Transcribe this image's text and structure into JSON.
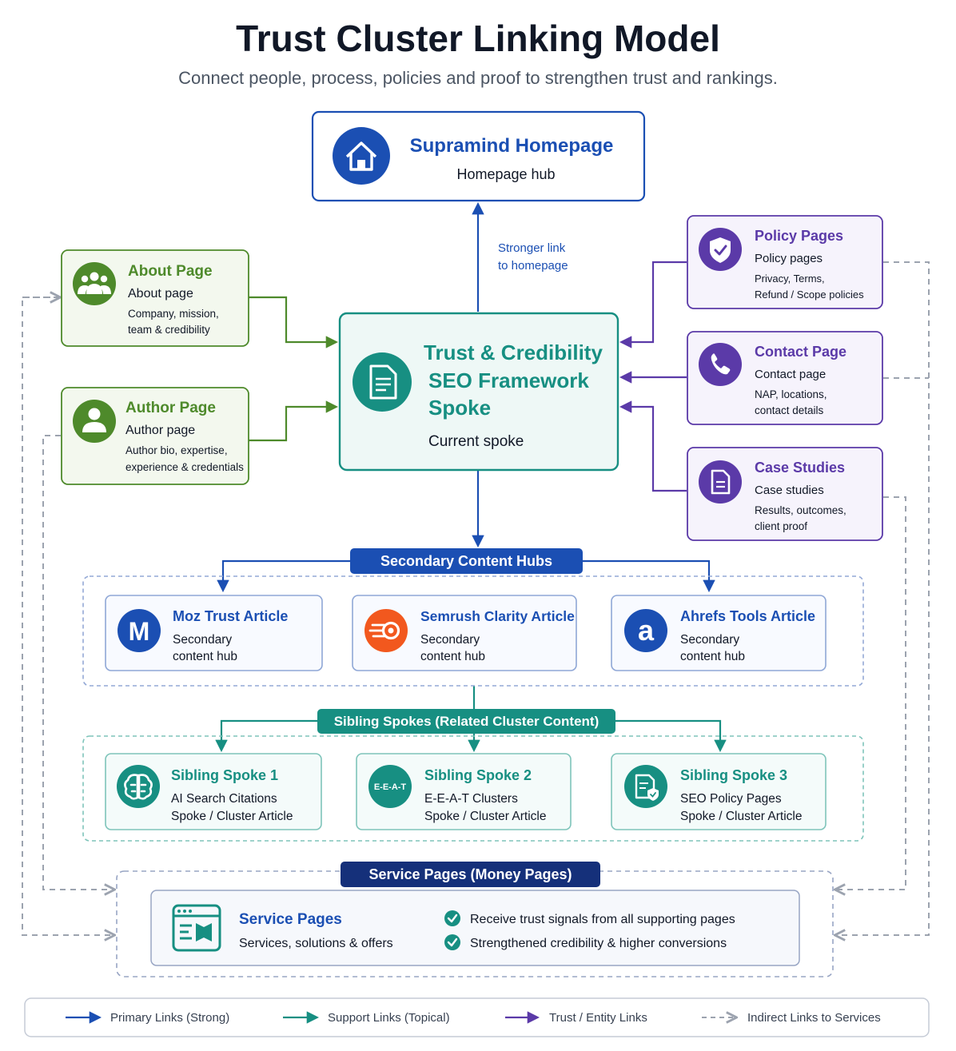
{
  "header": {
    "title": "Trust Cluster Linking Model",
    "subtitle": "Connect people, process, policies and proof to strengthen trust and rankings."
  },
  "colors": {
    "primary": "#1b4fb3",
    "navy": "#15307a",
    "green": "#4e8a2b",
    "teal": "#178f82",
    "purple": "#5b3aa8",
    "gray": "#9ca3af",
    "text": "#1f2937"
  },
  "homepage": {
    "title": "Supramind Homepage",
    "subtitle": "Homepage hub",
    "icon": "home-icon"
  },
  "stronger_link_label": {
    "line1": "Stronger link",
    "line2": "to homepage"
  },
  "current_spoke": {
    "title_line1": "Trust & Credibility",
    "title_line2": "SEO Framework",
    "title_line3": "Spoke",
    "subtitle": "Current spoke",
    "icon": "document-icon"
  },
  "about": {
    "title": "About Page",
    "subtitle": "About page",
    "desc_line1": "Company, mission,",
    "desc_line2": "team & credibility",
    "icon": "team-icon"
  },
  "author": {
    "title": "Author Page",
    "subtitle": "Author page",
    "desc_line1": "Author bio, expertise,",
    "desc_line2": "experience & credentials",
    "icon": "user-icon"
  },
  "policy": {
    "title": "Policy Pages",
    "subtitle": "Policy pages",
    "desc_line1": "Privacy, Terms,",
    "desc_line2": "Refund / Scope policies",
    "icon": "shield-check-icon"
  },
  "contact": {
    "title": "Contact Page",
    "subtitle": "Contact page",
    "desc_line1": "NAP, locations,",
    "desc_line2": "contact details",
    "icon": "phone-icon"
  },
  "cases": {
    "title": "Case Studies",
    "subtitle": "Case studies",
    "desc_line1": "Results, outcomes,",
    "desc_line2": "client proof",
    "icon": "document-icon"
  },
  "secondary": {
    "banner": "Secondary Content Hubs",
    "items": [
      {
        "title": "Moz Trust Article",
        "line1": "Secondary",
        "line2": "content hub",
        "glyph": "M",
        "icon": "moz-logo-icon"
      },
      {
        "title": "Semrush Clarity Article",
        "line1": "Secondary",
        "line2": "content hub",
        "glyph": "",
        "icon": "semrush-logo-icon"
      },
      {
        "title": "Ahrefs Tools Article",
        "line1": "Secondary",
        "line2": "content hub",
        "glyph": "a",
        "icon": "ahrefs-logo-icon"
      }
    ]
  },
  "sibling": {
    "banner": "Sibling Spokes (Related Cluster Content)",
    "items": [
      {
        "title": "Sibling Spoke 1",
        "line1": "AI Search Citations",
        "line2": "Spoke / Cluster Article",
        "glyph": "",
        "icon": "brain-icon"
      },
      {
        "title": "Sibling Spoke 2",
        "line1": "E-E-A-T Clusters",
        "line2": "Spoke / Cluster Article",
        "glyph": "E-E-A-T",
        "icon": "eeat-icon"
      },
      {
        "title": "Sibling Spoke 3",
        "line1": "SEO Policy Pages",
        "line2": "Spoke / Cluster Article",
        "glyph": "",
        "icon": "policy-document-icon"
      }
    ]
  },
  "service": {
    "banner": "Service Pages (Money Pages)",
    "title": "Service Pages",
    "subtitle": "Services, solutions & offers",
    "check1": "Receive trust signals from all supporting pages",
    "check2": "Strengthened credibility & higher conversions",
    "icon": "browser-window-icon"
  },
  "legend": {
    "primary": "Primary Links (Strong)",
    "support": "Support Links (Topical)",
    "trust": "Trust / Entity Links",
    "indirect": "Indirect Links to Services"
  }
}
